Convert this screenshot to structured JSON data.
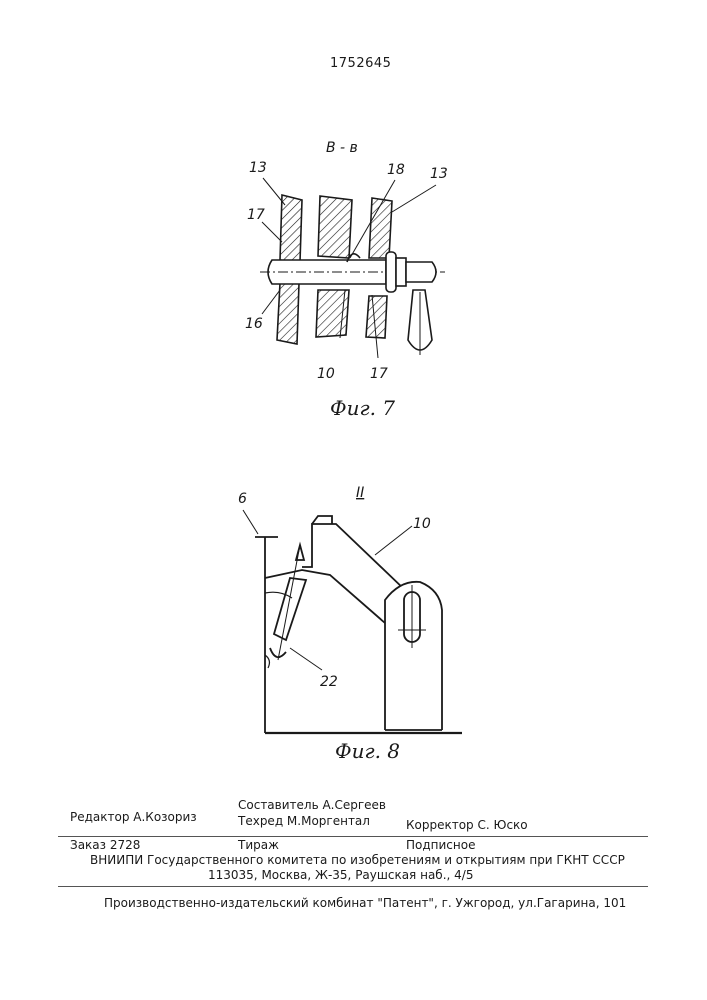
{
  "document": {
    "patent_number": "1752645"
  },
  "figure7": {
    "section_label": "В - в",
    "caption": "Фиг. 7",
    "callouts": [
      "13",
      "17",
      "16",
      "18",
      "13",
      "10",
      "17"
    ]
  },
  "figure8": {
    "view_label": "II",
    "caption": "Фиг. 8",
    "callouts": [
      "6",
      "10",
      "22"
    ]
  },
  "imprint": {
    "editor": "Редактор А.Козориз",
    "compiler": "Составитель А.Сергеев",
    "techeditor": "Техред М.Моргентал",
    "proofreader": "Корректор  С. Юско",
    "order": "Заказ  2728",
    "circulation": "Тираж",
    "subscription": "Подписное",
    "org": "ВНИИПИ Государственного комитета по изобретениям и открытиям при ГКНТ СССР",
    "address": "113035, Москва, Ж-35, Раушская наб., 4/5",
    "publisher": "Производственно-издательский комбинат \"Патент\", г. Ужгород, ул.Гагарина, 101"
  }
}
